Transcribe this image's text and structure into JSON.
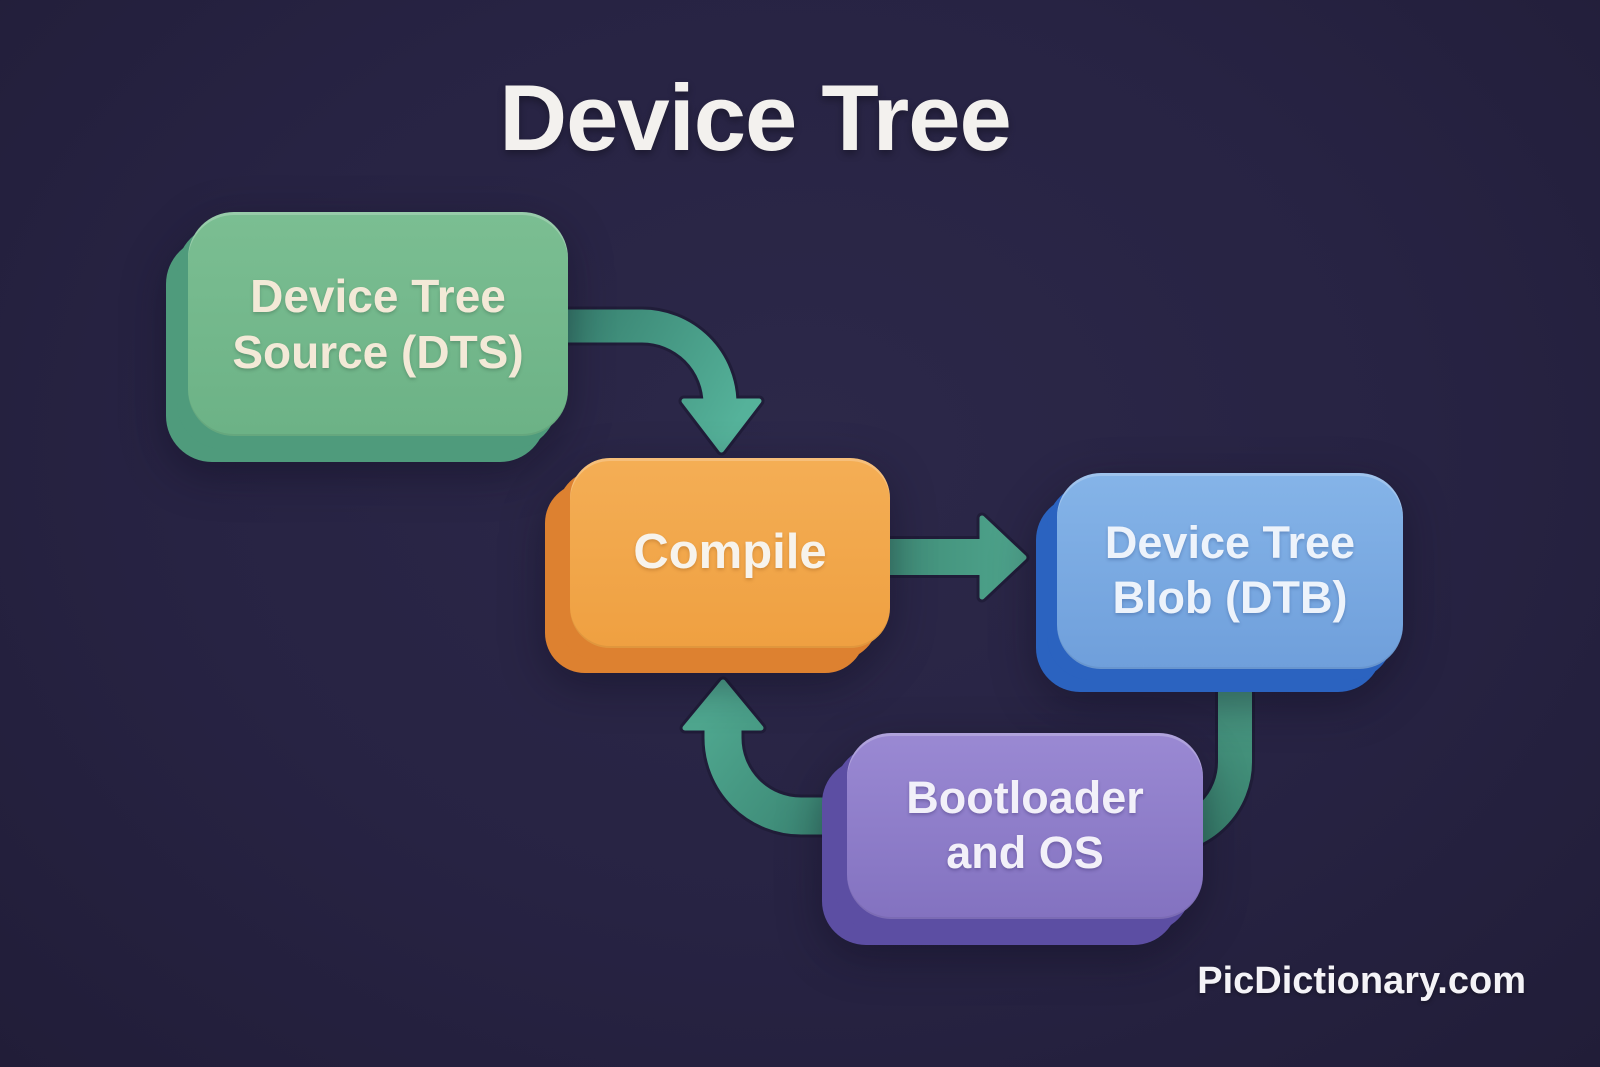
{
  "title": "Device Tree",
  "watermark": "PicDictionary.com",
  "nodes": {
    "dts": {
      "line1": "Device Tree",
      "line2": "Source (DTS)"
    },
    "compile": {
      "line1": "Compile"
    },
    "dtb": {
      "line1": "Device Tree",
      "line2": "Blob (DTB)"
    },
    "bootloader": {
      "line1": "Bootloader",
      "line2": "and OS"
    }
  },
  "edges": [
    {
      "from": "Device Tree Source (DTS)",
      "to": "Compile",
      "style": "elbow-down-arrow"
    },
    {
      "from": "Compile",
      "to": "Device Tree Blob (DTB)",
      "style": "straight-right-arrow"
    },
    {
      "from": "Device Tree Blob (DTB)",
      "to": "Bootloader and OS",
      "style": "elbow-left-connector"
    },
    {
      "from": "Bootloader and OS",
      "to": "Compile",
      "style": "elbow-up-arrow"
    }
  ],
  "colors": {
    "background": "#272343",
    "title_text": "#f3f1ee",
    "node_dts_face": "#6fb588",
    "node_dts_depth": "#4f9b7c",
    "node_dts_text": "#f3e9d7",
    "node_compile_face": "#f2a84e",
    "node_compile_depth": "#dd8130",
    "node_dtb_face": "#79aade",
    "node_dtb_depth": "#2b63c0",
    "node_bootloader_face": "#8f7dca",
    "node_bootloader_depth": "#5c4ea3",
    "arrow_teal_light": "#53b29b",
    "arrow_teal_dark": "#377f6e"
  }
}
